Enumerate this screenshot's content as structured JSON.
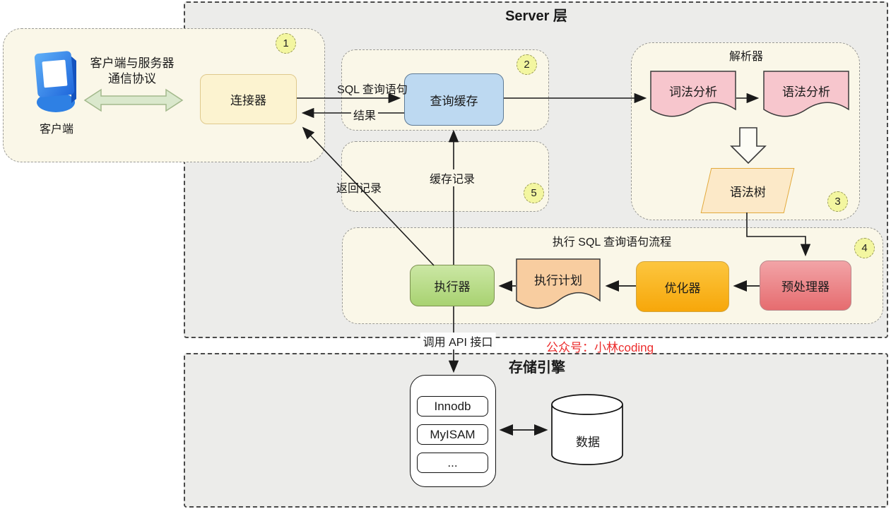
{
  "titles": {
    "server": "Server 层",
    "parser": "解析器",
    "exec_flow": "执行 SQL 查询语句流程",
    "storage": "存储引擎"
  },
  "client": {
    "label": "客户端",
    "protocol_line1": "客户端与服务器",
    "protocol_line2": "通信协议"
  },
  "nodes": {
    "connector": "连接器",
    "query_cache": "查询缓存",
    "lexical_analysis": "词法分析",
    "syntax_analysis": "语法分析",
    "syntax_tree": "语法树",
    "preprocessor": "预处理器",
    "optimizer": "优化器",
    "exec_plan": "执行计划",
    "executor": "执行器",
    "innodb": "Innodb",
    "myisam": "MyISAM",
    "more_engines": "...",
    "data": "数据"
  },
  "flow_labels": {
    "sql_query": "SQL 查询语句",
    "result": "结果",
    "cache_record": "缓存记录",
    "return_record": "返回记录",
    "call_api": "调用 API 接口"
  },
  "badges": {
    "b1": "1",
    "b2": "2",
    "b3": "3",
    "b4": "4",
    "b5": "5"
  },
  "watermark": "公众号：小林coding",
  "icons": {
    "client_monitor": "monitor-icon",
    "double_arrow": "double-arrow-icon",
    "down_block_arrow": "down-block-arrow-icon"
  },
  "colors": {
    "outer_region_fill": "#ECECEA",
    "sub_region_fill": "#FAF7E8",
    "badge_fill": "#F3F6A0",
    "connector_fill": "#FCF3D0",
    "query_cache_fill": "#BDD9F1",
    "doc_pink_fill": "#F7C6CD",
    "syntax_tree_fill": "#FCE9C8",
    "preprocessor_fill": "#EC8186",
    "optimizer_fill": "#FAB617",
    "exec_plan_fill": "#F8CDA0",
    "executor_fill": "#B5DA85",
    "comm_arrow_fill": "#DAE8CC",
    "watermark_red": "#EC2C2C"
  }
}
